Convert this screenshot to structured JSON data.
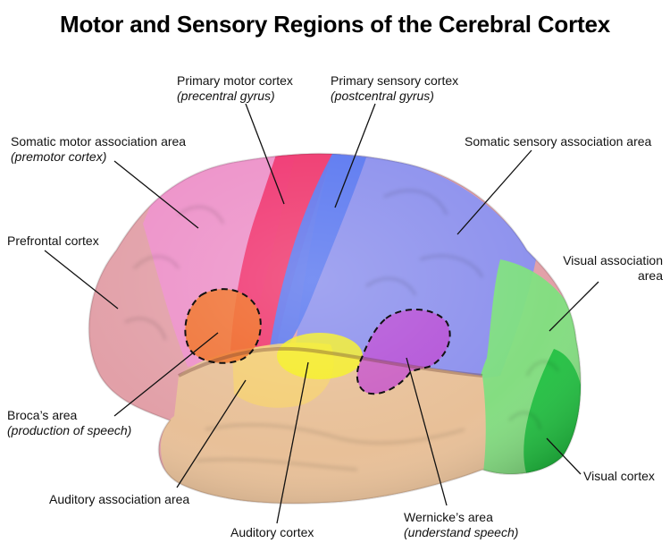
{
  "title": "Motor and Sensory Regions of the Cerebral Cortex",
  "colors": {
    "prefrontal": "#e2a0a8",
    "premotor": "#ee90cc",
    "primary_motor": "#f0306a",
    "primary_sensory": "#5a78f0",
    "somatic_sensory_assoc": "#8890f0",
    "visual_assoc": "#7ee07e",
    "visual_cortex": "#20c040",
    "temporal": "#e8c098",
    "auditory_assoc": "#f4d070",
    "auditory_cortex": "#f4f020",
    "broca": "#f07020",
    "wernicke": "#c040d0"
  },
  "labels": {
    "primary_motor": {
      "name": "Primary motor cortex",
      "sub": "(precentral gyrus)"
    },
    "primary_sensory": {
      "name": "Primary sensory cortex",
      "sub": "(postcentral gyrus)"
    },
    "somatic_motor": {
      "name": "Somatic motor association area",
      "sub": "(premotor cortex)"
    },
    "somatic_sensory": {
      "name": "Somatic sensory association area"
    },
    "prefrontal": {
      "name": "Prefrontal cortex"
    },
    "visual_assoc": {
      "line1": "Visual association",
      "line2": "area"
    },
    "broca": {
      "name": "Broca’s area",
      "sub": "(production of speech)"
    },
    "visual_cortex": {
      "name": "Visual cortex"
    },
    "auditory_assoc": {
      "name": "Auditory association area"
    },
    "auditory_cortex": {
      "name": "Auditory cortex"
    },
    "wernicke": {
      "name": "Wernicke’s area",
      "sub": "(understand speech)"
    }
  }
}
